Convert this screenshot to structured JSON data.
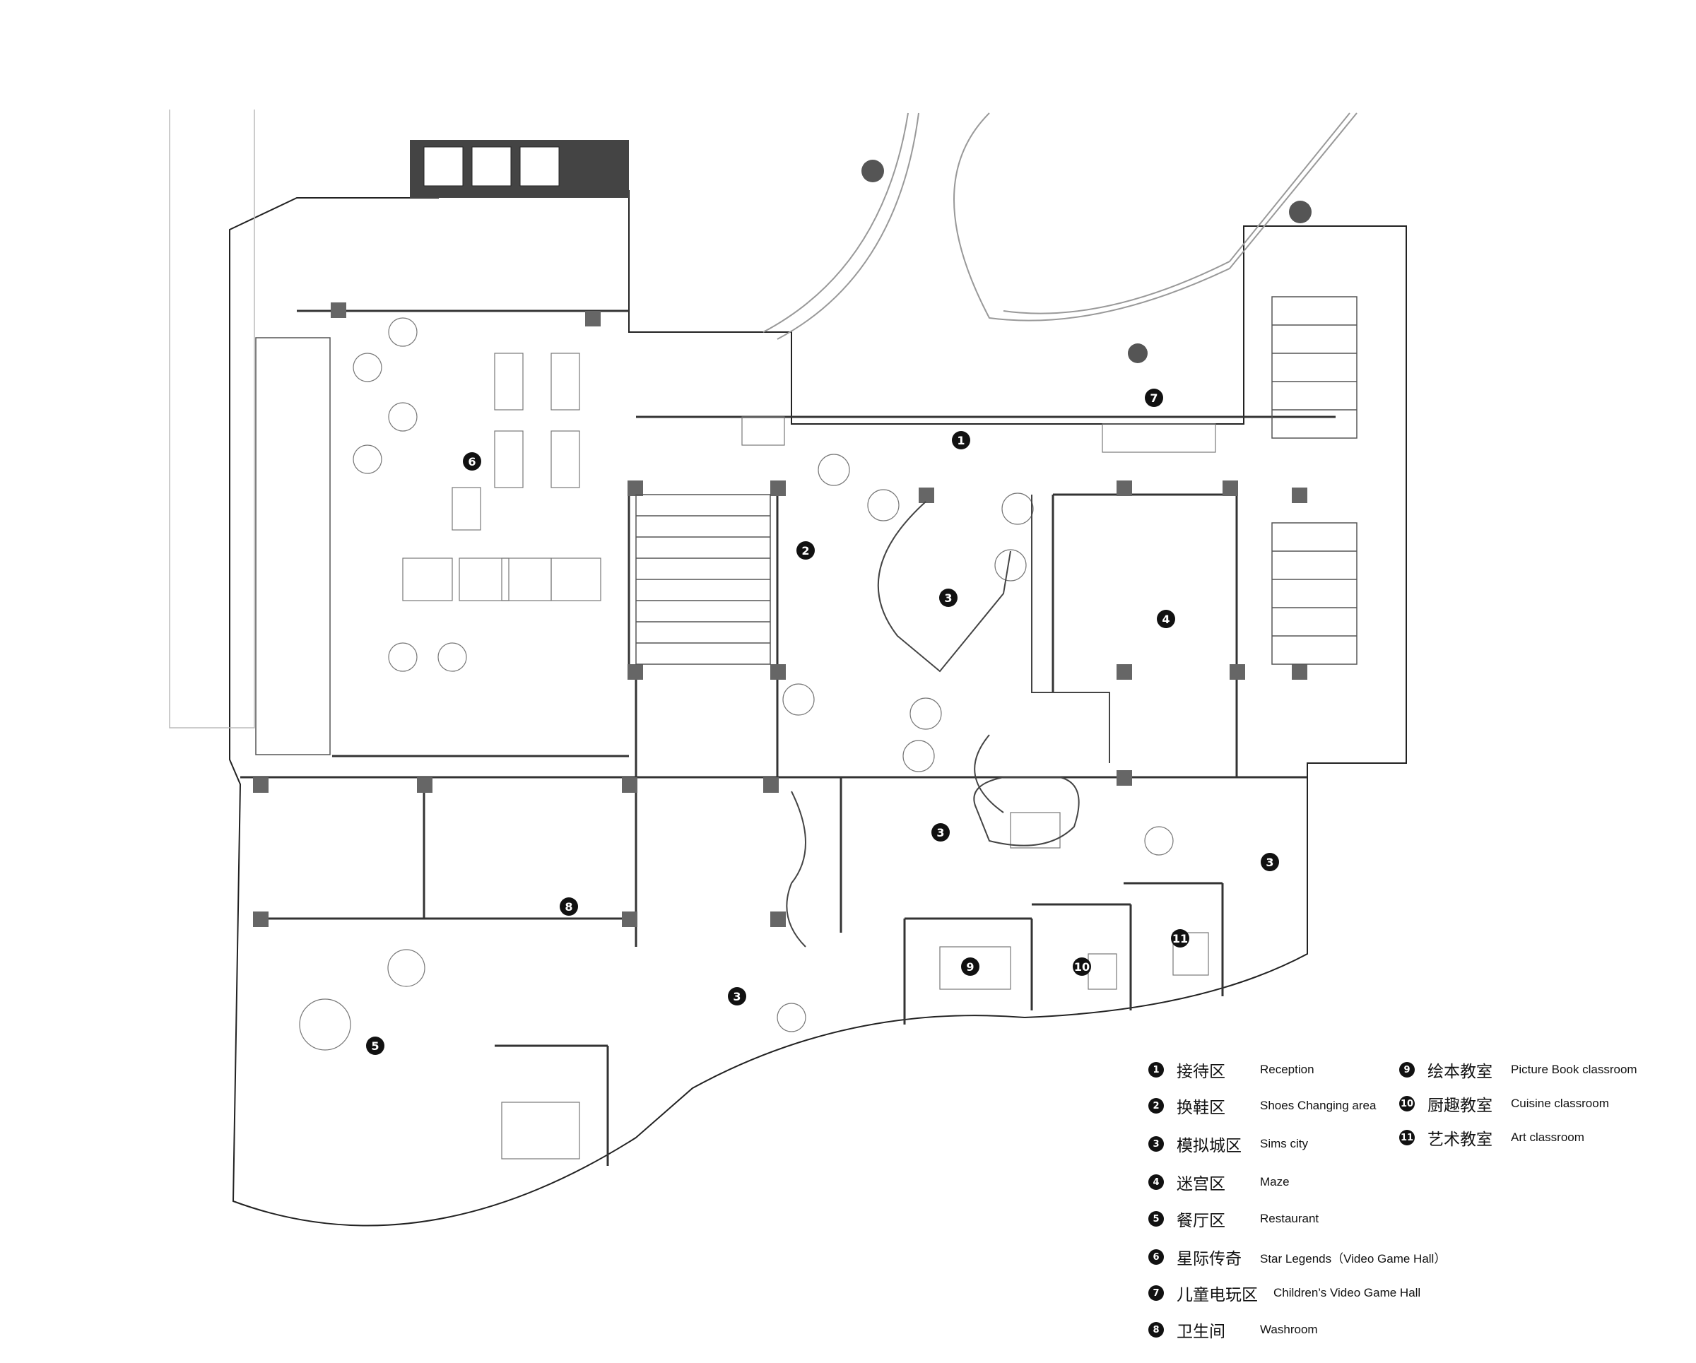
{
  "legend": [
    {
      "num": "1",
      "zh": "接待区",
      "en": "Reception"
    },
    {
      "num": "2",
      "zh": "换鞋区",
      "en": "Shoes Changing area"
    },
    {
      "num": "3",
      "zh": "模拟城区",
      "en": "Sims city"
    },
    {
      "num": "4",
      "zh": "迷宫区",
      "en": "Maze"
    },
    {
      "num": "5",
      "zh": "餐厅区",
      "en": "Restaurant"
    },
    {
      "num": "6",
      "zh": "星际传奇",
      "en": "Star Legends（Video Game Hall）"
    },
    {
      "num": "7",
      "zh": "儿童电玩区",
      "en": "Children’s Video Game Hall"
    },
    {
      "num": "8",
      "zh": "卫生间",
      "en": "Washroom"
    },
    {
      "num": "9",
      "zh": "绘本教室",
      "en": "Picture Book classroom"
    },
    {
      "num": "10",
      "zh": "厨趣教室",
      "en": "Cuisine classroom"
    },
    {
      "num": "11",
      "zh": "艺术教室",
      "en": "Art classroom"
    }
  ],
  "markers": [
    {
      "num": "1"
    },
    {
      "num": "2"
    },
    {
      "num": "3"
    },
    {
      "num": "4"
    },
    {
      "num": "3"
    },
    {
      "num": "3"
    },
    {
      "num": "6"
    },
    {
      "num": "7"
    },
    {
      "num": "8"
    },
    {
      "num": "5"
    },
    {
      "num": "3"
    },
    {
      "num": "9"
    },
    {
      "num": "10"
    },
    {
      "num": "11"
    }
  ]
}
